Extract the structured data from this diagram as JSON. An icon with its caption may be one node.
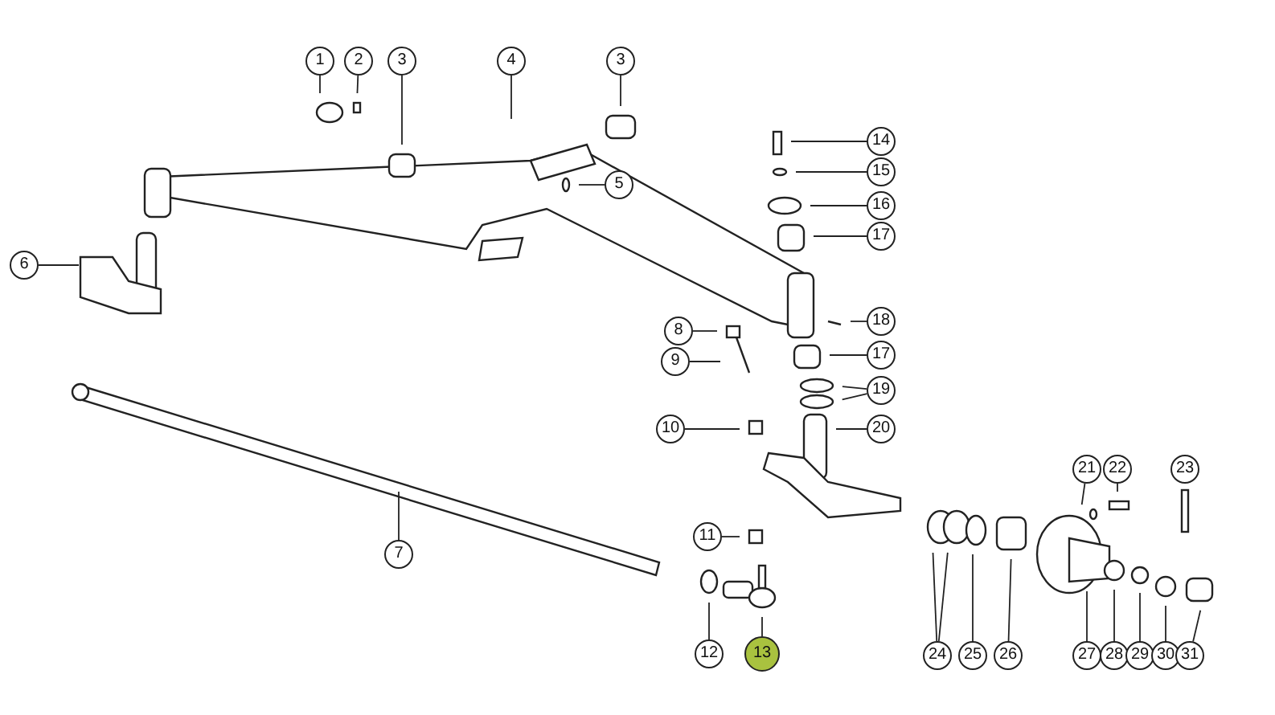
{
  "diagram": {
    "nodes": [
      {
        "text": [
          "1"
        ]
      },
      {
        "text": [
          "2"
        ]
      },
      {
        "text": [
          "3"
        ]
      },
      {
        "text": [
          "4"
        ]
      },
      {
        "text": [
          "3"
        ]
      },
      {
        "text": [
          "14"
        ]
      },
      {
        "text": [
          "15"
        ]
      },
      {
        "text": [
          "5"
        ]
      },
      {
        "text": [
          "16"
        ]
      },
      {
        "text": [
          "17"
        ]
      },
      {
        "text": [
          "6"
        ]
      },
      {
        "text": [
          "18"
        ]
      },
      {
        "text": [
          "8"
        ]
      },
      {
        "text": [
          "17"
        ]
      },
      {
        "text": [
          "9"
        ]
      },
      {
        "text": [
          "19"
        ]
      },
      {
        "text": [
          "10"
        ]
      },
      {
        "text": [
          "20"
        ]
      },
      {
        "text": [
          "21"
        ]
      },
      {
        "text": [
          "22"
        ]
      },
      {
        "text": [
          "23"
        ]
      },
      {
        "text": [
          "11"
        ]
      },
      {
        "text": [
          "7"
        ]
      },
      {
        "text": [
          "12"
        ]
      },
      {
        "text": [
          "13"
        ]
      },
      {
        "text": [
          "24"
        ]
      },
      {
        "text": [
          "25"
        ]
      },
      {
        "text": [
          "26"
        ]
      },
      {
        "text": [
          "27"
        ]
      },
      {
        "text": [
          "28"
        ]
      },
      {
        "text": [
          "29"
        ]
      },
      {
        "text": [
          "30"
        ]
      },
      {
        "text": [
          "31"
        ]
      }
    ],
    "edges": [
      {
        "from": 0,
        "to": null,
        "arrow": "none"
      },
      {
        "from": 1,
        "to": null,
        "arrow": "none"
      },
      {
        "from": 2,
        "to": null,
        "arrow": "none"
      },
      {
        "from": 3,
        "to": null,
        "arrow": "none"
      },
      {
        "from": 4,
        "to": null,
        "arrow": "none"
      },
      {
        "from": 5,
        "to": null,
        "arrow": "none"
      },
      {
        "from": 6,
        "to": null,
        "arrow": "none"
      },
      {
        "from": 7,
        "to": null,
        "arrow": "none"
      },
      {
        "from": 8,
        "to": null,
        "arrow": "none"
      },
      {
        "from": 9,
        "to": null,
        "arrow": "none"
      },
      {
        "from": 10,
        "to": null,
        "arrow": "none"
      },
      {
        "from": 11,
        "to": null,
        "arrow": "none"
      },
      {
        "from": 12,
        "to": null,
        "arrow": "none"
      },
      {
        "from": 13,
        "to": null,
        "arrow": "none"
      },
      {
        "from": 14,
        "to": null,
        "arrow": "none"
      },
      {
        "from": 15,
        "to": null,
        "arrow": "none"
      },
      {
        "from": 15,
        "to": null,
        "arrow": "none"
      },
      {
        "from": 16,
        "to": null,
        "arrow": "none"
      },
      {
        "from": 17,
        "to": null,
        "arrow": "none"
      },
      {
        "from": 18,
        "to": null,
        "arrow": "none"
      },
      {
        "from": 19,
        "to": null,
        "arrow": "none"
      },
      {
        "from": 20,
        "to": null,
        "arrow": "none"
      },
      {
        "from": 21,
        "to": null,
        "arrow": "none"
      },
      {
        "from": 22,
        "to": null,
        "arrow": "none"
      },
      {
        "from": 23,
        "to": null,
        "arrow": "none"
      },
      {
        "from": 24,
        "to": null,
        "arrow": "none"
      },
      {
        "from": 25,
        "to": null,
        "arrow": "none"
      },
      {
        "from": 25,
        "to": null,
        "arrow": "none"
      },
      {
        "from": 26,
        "to": null,
        "arrow": "none"
      },
      {
        "from": 27,
        "to": null,
        "arrow": "none"
      },
      {
        "from": 28,
        "to": null,
        "arrow": "none"
      },
      {
        "from": 29,
        "to": null,
        "arrow": "none"
      },
      {
        "from": 30,
        "to": null,
        "arrow": "none"
      },
      {
        "from": 31,
        "to": null,
        "arrow": "none"
      },
      {
        "from": 32,
        "to": null,
        "arrow": "none"
      }
    ]
  }
}
